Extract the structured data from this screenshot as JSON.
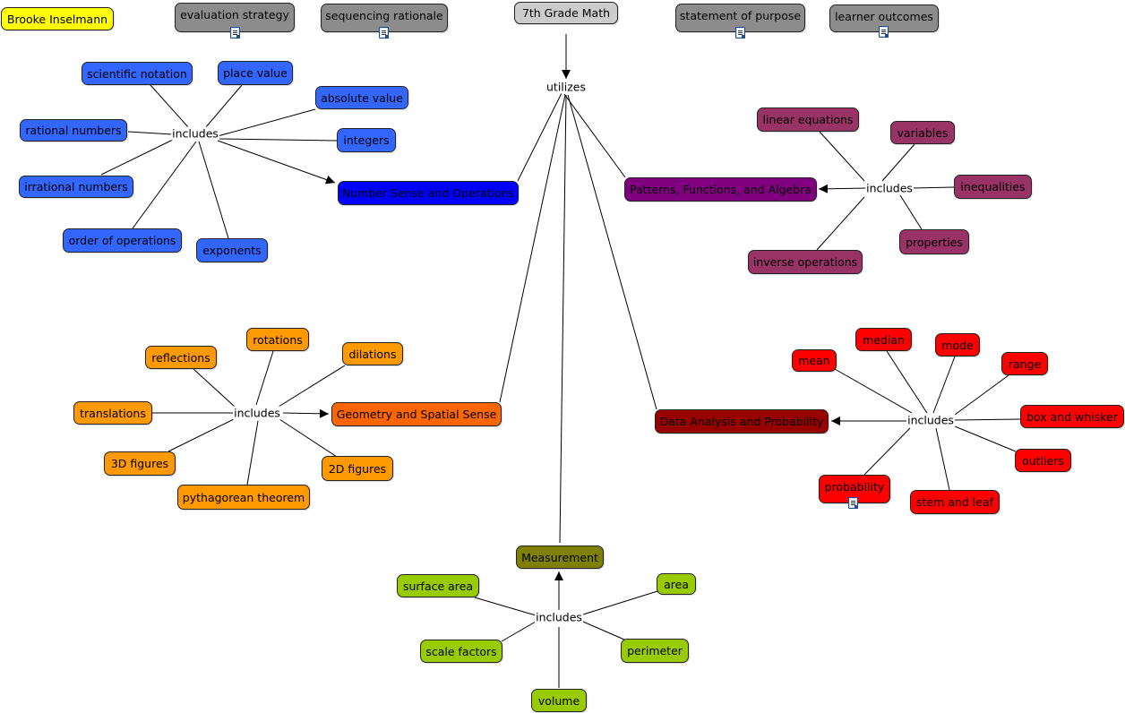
{
  "nodes": {
    "author": "Brooke Inselmann",
    "root": "7th Grade Math",
    "evaluation_strategy": "evaluation strategy",
    "sequencing_rationale": "sequencing rationale",
    "statement_of_purpose": "statement of purpose",
    "learner_outcomes": "learner outcomes",
    "number_sense": "Number Sense and Operations",
    "patterns": "Patterns, Functions, and Algebra",
    "geometry": "Geometry and Spatial Sense",
    "data_analysis": "Data Analysis and Probability",
    "measurement": "Measurement",
    "scientific_notation": "scientific notation",
    "place_value": "place value",
    "absolute_value": "absolute value",
    "rational_numbers": "rational numbers",
    "integers": "integers",
    "irrational_numbers": "irrational numbers",
    "order_of_operations": "order of operations",
    "exponents": "exponents",
    "linear_equations": "linear equations",
    "variables": "variables",
    "inequalities": "inequalities",
    "properties": "properties",
    "inverse_operations": "inverse operations",
    "rotations": "rotations",
    "reflections": "reflections",
    "dilations": "dilations",
    "translations": "translations",
    "figures_3d": "3D figures",
    "figures_2d": "2D figures",
    "pythagorean_theorem": "pythagorean theorem",
    "median": "median",
    "mode": "mode",
    "mean": "mean",
    "range": "range",
    "box_and_whisker": "box and whisker",
    "outliers": "outliers",
    "probability": "probability",
    "stem_and_leaf": "stem and leaf",
    "surface_area": "surface area",
    "area": "area",
    "scale_factors": "scale factors",
    "perimeter": "perimeter",
    "volume": "volume"
  },
  "links": {
    "utilizes": "utilizes",
    "includes_number": "includes",
    "includes_patterns": "includes",
    "includes_geometry": "includes",
    "includes_data": "includes",
    "includes_measurement": "includes"
  },
  "colors": {
    "author": "#ffff00",
    "resource": "#8c8c8c",
    "root": "#cccccc",
    "number_main": "#0000ff",
    "number_sub": "#3366ff",
    "patterns_main": "#800080",
    "patterns_sub": "#993366",
    "geometry_main": "#ff6600",
    "geometry_sub": "#ff9900",
    "data_main": "#990000",
    "data_sub": "#ff0000",
    "measurement_main": "#808000",
    "measurement_sub": "#99cc00"
  },
  "icons": [
    "document-icon"
  ]
}
